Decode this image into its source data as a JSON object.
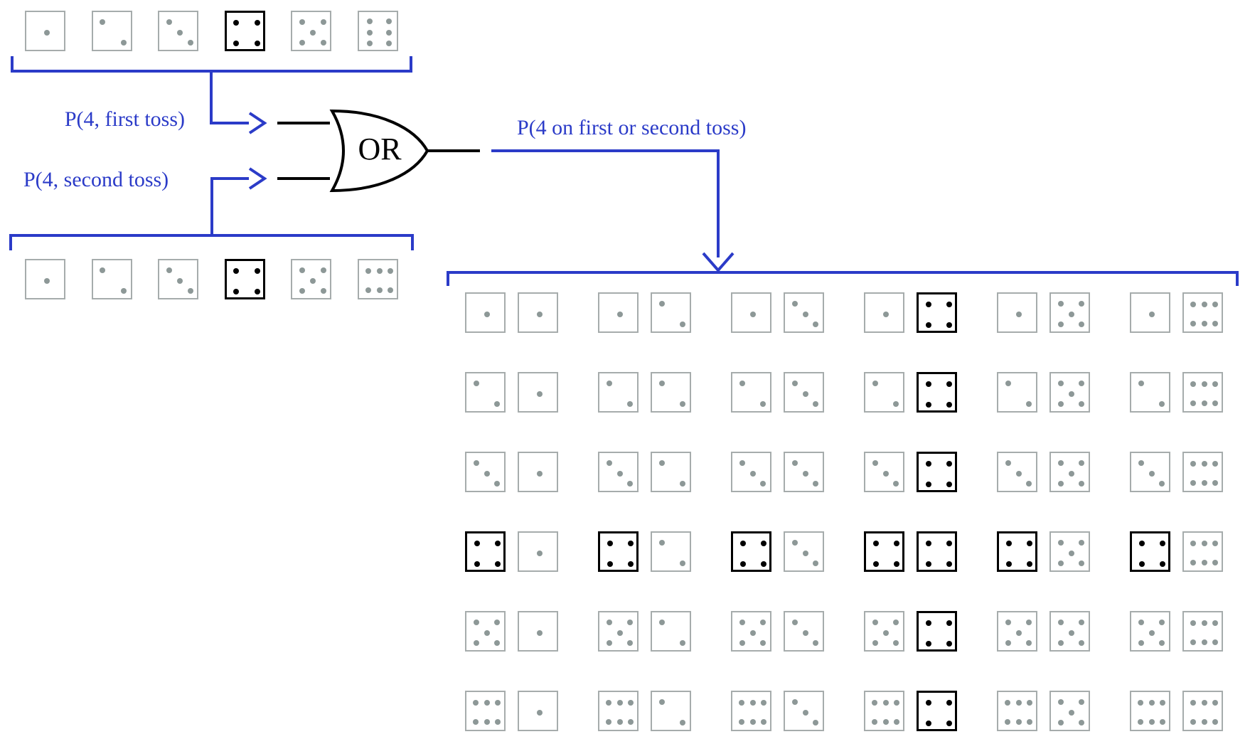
{
  "labels": {
    "first_toss": "P(4, first toss)",
    "second_toss": "P(4, second toss)",
    "gate": "OR",
    "output": "P(4 on first or second toss)"
  },
  "colors": {
    "accent_blue": "#2b3bc8",
    "die_gray_border": "#a6acac",
    "pip_gray": "#8d9897",
    "highlight_black": "#000000"
  },
  "first_toss_strip": {
    "description": "six faces of first die, face 4 highlighted",
    "values": [
      1,
      2,
      3,
      4,
      5,
      6
    ],
    "highlight_value": 4,
    "six_orientation": "vertical"
  },
  "second_toss_strip": {
    "description": "six faces of second die, face 4 highlighted",
    "values": [
      1,
      2,
      3,
      4,
      5,
      6
    ],
    "highlight_value": 4,
    "six_orientation": "horizontal"
  },
  "outcome_grid": {
    "description": "all 36 ordered outcomes (first toss, second toss); any die showing 4 is highlighted",
    "highlight_value": 4,
    "six_orientation": "horizontal",
    "rows": [
      [
        [
          1,
          1
        ],
        [
          1,
          2
        ],
        [
          1,
          3
        ],
        [
          1,
          4
        ],
        [
          1,
          5
        ],
        [
          1,
          6
        ]
      ],
      [
        [
          2,
          1
        ],
        [
          2,
          2
        ],
        [
          2,
          3
        ],
        [
          2,
          4
        ],
        [
          2,
          5
        ],
        [
          2,
          6
        ]
      ],
      [
        [
          3,
          1
        ],
        [
          3,
          2
        ],
        [
          3,
          3
        ],
        [
          3,
          4
        ],
        [
          3,
          5
        ],
        [
          3,
          6
        ]
      ],
      [
        [
          4,
          1
        ],
        [
          4,
          2
        ],
        [
          4,
          3
        ],
        [
          4,
          4
        ],
        [
          4,
          5
        ],
        [
          4,
          6
        ]
      ],
      [
        [
          5,
          1
        ],
        [
          5,
          2
        ],
        [
          5,
          3
        ],
        [
          5,
          4
        ],
        [
          5,
          5
        ],
        [
          5,
          6
        ]
      ],
      [
        [
          6,
          1
        ],
        [
          6,
          2
        ],
        [
          6,
          3
        ],
        [
          6,
          4
        ],
        [
          6,
          5
        ],
        [
          6,
          6
        ]
      ]
    ]
  }
}
